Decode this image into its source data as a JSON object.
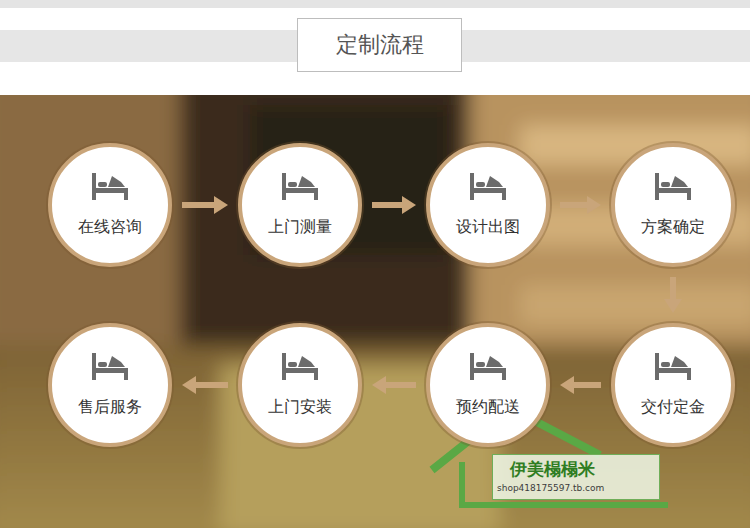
{
  "diagram": {
    "title": "定制流程",
    "nodes": [
      {
        "text": [
          "在线咨询"
        ]
      },
      {
        "text": [
          "上门测量"
        ]
      },
      {
        "text": [
          "设计出图"
        ]
      },
      {
        "text": [
          "方案确定"
        ]
      },
      {
        "text": [
          "交付定金"
        ]
      },
      {
        "text": [
          "预约配送"
        ]
      },
      {
        "text": [
          "上门安装"
        ]
      },
      {
        "text": [
          "售后服务"
        ]
      }
    ],
    "edges": [
      {
        "from": 0,
        "to": 1,
        "arrow": "to"
      },
      {
        "from": 1,
        "to": 2,
        "arrow": "to"
      },
      {
        "from": 2,
        "to": 3,
        "arrow": "to"
      },
      {
        "from": 3,
        "to": 4,
        "arrow": "to"
      },
      {
        "from": 4,
        "to": 5,
        "arrow": "to"
      },
      {
        "from": 5,
        "to": 6,
        "arrow": "to"
      },
      {
        "from": 6,
        "to": 7,
        "arrow": "to"
      }
    ],
    "labels": [
      "伊美榻榻米",
      "shop418175597.tb.com"
    ]
  }
}
